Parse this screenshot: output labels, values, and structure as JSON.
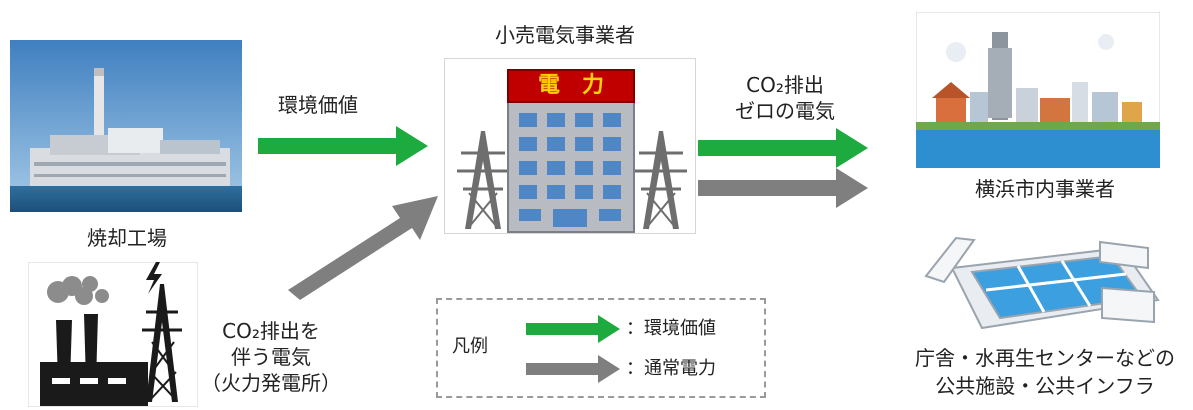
{
  "labels": {
    "retailer": "小売電気事業者",
    "incinerator": "焼却工場",
    "env_value": "環境価値",
    "zero_co2_line1": "CO₂排出",
    "zero_co2_line2": "ゼロの電気",
    "city_business": "横浜市内事業者",
    "co2_power_line1": "CO₂排出を",
    "co2_power_line2": "伴う電気",
    "co2_power_line3": "（火力発電所）",
    "public_line1": "庁舎・水再生センターなどの",
    "public_line2": "公共施設・公共インフラ"
  },
  "building_sign": "電　力",
  "legend": {
    "title": "凡例",
    "green_label": "：環境価値",
    "gray_label": "：通常電力"
  },
  "colors": {
    "green_arrow": "#1daa3f",
    "gray_arrow": "#7f7f7f",
    "sign_red": "#c00000",
    "sign_text": "#ffd200"
  }
}
